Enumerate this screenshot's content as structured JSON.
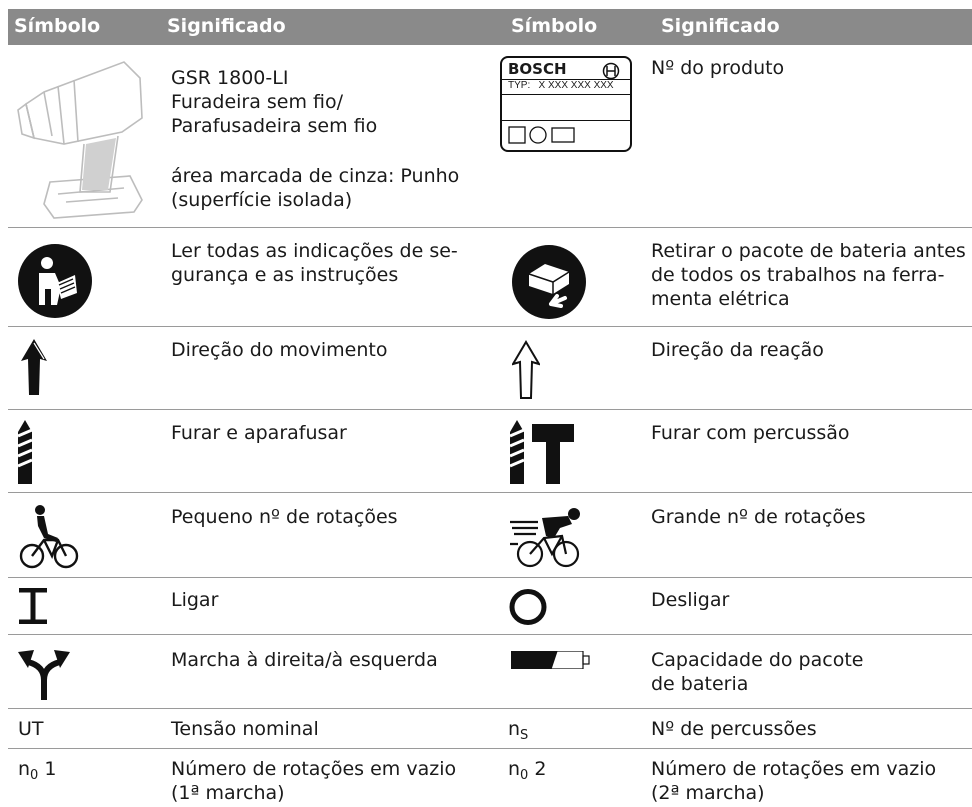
{
  "header": {
    "symbol1": "Símbolo",
    "meaning1": "Significado",
    "symbol2": "Símbolo",
    "meaning2": "Significado"
  },
  "rows": [
    {
      "left_text": [
        "GSR 1800-LI",
        "Furadeira sem fio/",
        "Parafusadeira sem fio",
        "área marcada de cinza: Punho",
        "(superfície isolada)"
      ],
      "right_text": [
        "Nº do produto"
      ],
      "left_icon": "drill-image",
      "right_icon": "product-label",
      "label": {
        "brand": "BOSCH",
        "typ": "TYP:   X XXX XXX XXX"
      }
    },
    {
      "left_text": [
        "Ler todas as indicações de se-",
        "gurança e as instruções"
      ],
      "right_text": [
        "Retirar o pacote de bateria antes",
        "de todos os trabalhos na ferra-",
        "menta elétrica"
      ],
      "left_icon": "read-manual-icon",
      "right_icon": "remove-battery-icon"
    },
    {
      "left_text": [
        "Direção do movimento"
      ],
      "right_text": [
        "Direção da reação"
      ],
      "left_icon": "filled-arrow-icon",
      "right_icon": "outline-arrow-icon"
    },
    {
      "left_text": [
        "Furar e aparafusar"
      ],
      "right_text": [
        "Furar com percussão"
      ],
      "left_icon": "drill-bit-icon",
      "right_icon": "drill-bit-hammer-icon"
    },
    {
      "left_text": [
        "Pequeno nº de rotações"
      ],
      "right_text": [
        "Grande nº de rotações"
      ],
      "left_icon": "slow-cyclist-icon",
      "right_icon": "fast-cyclist-icon"
    },
    {
      "left_text": [
        "Ligar"
      ],
      "right_text": [
        "Desligar"
      ],
      "left_icon": "on-symbol-icon",
      "right_icon": "off-symbol-icon"
    },
    {
      "left_text": [
        "Marcha à direita/à esquerda"
      ],
      "right_text": [
        "Capacidade do pacote",
        "de bateria"
      ],
      "left_icon": "rotation-direction-icon",
      "right_icon": "battery-level-icon"
    },
    {
      "left_sym": "UT",
      "left_text": [
        "Tensão nominal"
      ],
      "right_sym": {
        "base": "n",
        "sub": "S"
      },
      "right_text": [
        "Nº de percussões"
      ]
    },
    {
      "left_sym": {
        "base": "n",
        "sub": "0",
        "rest": " 1"
      },
      "left_text": [
        "Número de rotações em vazio",
        "(1ª marcha)"
      ],
      "right_sym": {
        "base": "n",
        "sub": "0",
        "rest": " 2"
      },
      "right_text": [
        "Número de rotações em vazio",
        "(2ª marcha)"
      ]
    }
  ]
}
